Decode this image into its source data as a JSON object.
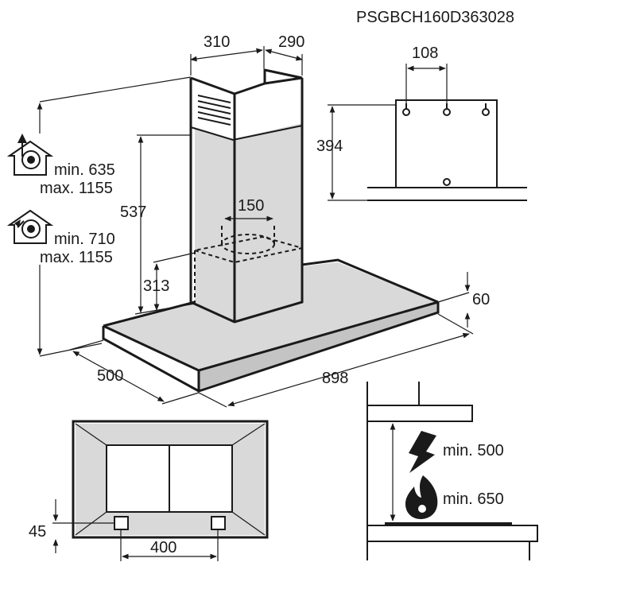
{
  "model_code": "PSGBCH160D363028",
  "chimney": {
    "width_front": "310",
    "width_side": "290"
  },
  "bracket": {
    "hole_spacing": "108",
    "height": "394"
  },
  "duct": {
    "diameter": "150"
  },
  "heights": {
    "chimney_upper": "537",
    "chimney_lower": "313"
  },
  "extraction_mode": {
    "icon": "duct-out-fan-icon",
    "min": "min. 635",
    "max": "max. 1155"
  },
  "recirculation_mode": {
    "icon": "recirculation-fan-icon",
    "min": "min. 710",
    "max": "max. 1155"
  },
  "canopy": {
    "depth": "500",
    "width": "898",
    "thickness": "60"
  },
  "bottom_view": {
    "filter_offset": "45",
    "light_spacing": "400"
  },
  "clearance": {
    "electric_icon": "lightning-icon",
    "electric": "min. 500",
    "gas_icon": "flame-icon",
    "gas": "min. 650"
  }
}
